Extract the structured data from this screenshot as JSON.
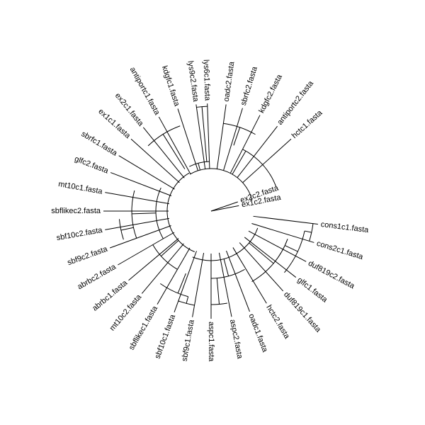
{
  "tree": {
    "line_color": "#000000",
    "background": "#ffffff",
    "leaves": [
      {
        "label": "ex1c2.fasta",
        "angle": 349,
        "r": 40
      },
      {
        "label": "ex2c2.fasta",
        "angle": 341,
        "r": 40
      },
      {
        "label": "hctc1.fasta",
        "angle": 318,
        "r": 152
      },
      {
        "label": "antiportc2.fasta",
        "angle": 308,
        "r": 152
      },
      {
        "label": "kdgfc2.fasta",
        "angle": 297,
        "r": 152
      },
      {
        "label": "sbrfc2.fasta",
        "angle": 287,
        "r": 152
      },
      {
        "label": "oadc2.fasta",
        "angle": 278,
        "r": 152
      },
      {
        "label": "lys6c1.fasta",
        "angle": 268,
        "r": 152
      },
      {
        "label": "lys9c2.fasta",
        "angle": 262,
        "r": 152
      },
      {
        "label": "kdgfc1.fasta",
        "angle": 252,
        "r": 152
      },
      {
        "label": "antiportc1.fasta",
        "angle": 241,
        "r": 152
      },
      {
        "label": "ex2c1.fasta",
        "angle": 231,
        "r": 152
      },
      {
        "label": "ex1c1.fasta",
        "angle": 222,
        "r": 152
      },
      {
        "label": "sbrfc1.fasta",
        "angle": 211,
        "r": 152
      },
      {
        "label": "glfc2.fasta",
        "angle": 201,
        "r": 152
      },
      {
        "label": "mt10c1.fasta",
        "angle": 190,
        "r": 152
      },
      {
        "label": "sbflikec2.fasta",
        "angle": 180,
        "r": 152
      },
      {
        "label": "sbf10c2.fasta",
        "angle": 170,
        "r": 152
      },
      {
        "label": "sbf9c2.fasta",
        "angle": 160,
        "r": 152
      },
      {
        "label": "abrbc2.fasta",
        "angle": 150,
        "r": 152
      },
      {
        "label": "abrbc1.fasta",
        "angle": 140,
        "r": 152
      },
      {
        "label": "mt10c2.fasta",
        "angle": 130,
        "r": 152
      },
      {
        "label": "sbflikec1.fasta",
        "angle": 120,
        "r": 152
      },
      {
        "label": "sbf10c1.fasta",
        "angle": 110,
        "r": 152
      },
      {
        "label": "sbf9c1.fasta",
        "angle": 100,
        "r": 152
      },
      {
        "label": "aspc1.fasta",
        "angle": 90,
        "r": 152
      },
      {
        "label": "aspc2.fasta",
        "angle": 79,
        "r": 152
      },
      {
        "label": "oadc1.fasta",
        "angle": 69,
        "r": 152
      },
      {
        "label": "hctc2.fasta",
        "angle": 59,
        "r": 152
      },
      {
        "label": "duf819c1.fasta",
        "angle": 48,
        "r": 152
      },
      {
        "label": "glfc1.fasta",
        "angle": 38,
        "r": 152
      },
      {
        "label": "duf819c2.fasta",
        "angle": 28,
        "r": 152
      },
      {
        "label": "cons2c1.fasta",
        "angle": 17,
        "r": 152
      },
      {
        "label": "cons1c1.fasta",
        "angle": 7,
        "r": 152
      }
    ],
    "clades": [
      {
        "id": "top",
        "r": 60,
        "a1": 240,
        "a2": 345
      },
      {
        "id": "left",
        "r": 62,
        "a1": 112,
        "a2": 240
      },
      {
        "id": "bottom",
        "r": 70,
        "a1": 20,
        "a2": 112
      },
      {
        "id": "t1",
        "r": 70,
        "a1": 244,
        "a2": 268
      },
      {
        "id": "t2",
        "r": 98,
        "a1": 297,
        "a2": 340
      },
      {
        "id": "t3",
        "r": 125,
        "a1": 278,
        "a2": 300
      },
      {
        "id": "t4",
        "r": 148,
        "a1": 262,
        "a2": 268
      },
      {
        "id": "t5",
        "r": 128,
        "a1": 226,
        "a2": 250
      },
      {
        "id": "l1",
        "r": 78,
        "a1": 150,
        "a2": 205
      },
      {
        "id": "l2",
        "r": 112,
        "a1": 160,
        "a2": 195
      },
      {
        "id": "l3",
        "r": 130,
        "a1": 162,
        "a2": 175
      },
      {
        "id": "b1",
        "r": 95,
        "a1": 120,
        "a2": 150
      },
      {
        "id": "b2",
        "r": 125,
        "a1": 105,
        "a2": 125
      },
      {
        "id": "b3",
        "r": 135,
        "a1": 100,
        "a2": 110
      },
      {
        "id": "b4",
        "r": 95,
        "a1": 60,
        "a2": 90
      },
      {
        "id": "b5",
        "r": 132,
        "a1": 80,
        "a2": 90
      },
      {
        "id": "b6",
        "r": 115,
        "a1": 20,
        "a2": 60
      },
      {
        "id": "b7",
        "r": 135,
        "a1": 12,
        "a2": 40
      },
      {
        "id": "b8",
        "r": 145,
        "a1": 7,
        "a2": 17
      }
    ],
    "connectors": [
      {
        "angle": 300,
        "r1": 60,
        "r2": 98
      },
      {
        "angle": 255,
        "r1": 60,
        "r2": 70
      },
      {
        "angle": 180,
        "r1": 62,
        "r2": 78
      },
      {
        "angle": 138,
        "r1": 62,
        "r2": 95
      },
      {
        "angle": 178,
        "r1": 78,
        "r2": 112
      },
      {
        "angle": 112,
        "r1": 95,
        "r2": 125
      },
      {
        "angle": 40,
        "r1": 70,
        "r2": 115
      },
      {
        "angle": 75,
        "r1": 70,
        "r2": 95
      },
      {
        "angle": 85,
        "r1": 95,
        "r2": 132
      },
      {
        "angle": 25,
        "r1": 115,
        "r2": 135
      },
      {
        "angle": 12,
        "r1": 135,
        "r2": 145
      },
      {
        "angle": 289,
        "r1": 98,
        "r2": 125
      },
      {
        "angle": 265,
        "r1": 70,
        "r2": 148
      },
      {
        "angle": 238,
        "r1": 70,
        "r2": 128
      },
      {
        "angle": 168,
        "r1": 112,
        "r2": 130
      },
      {
        "angle": 105,
        "r1": 125,
        "r2": 135
      }
    ]
  }
}
